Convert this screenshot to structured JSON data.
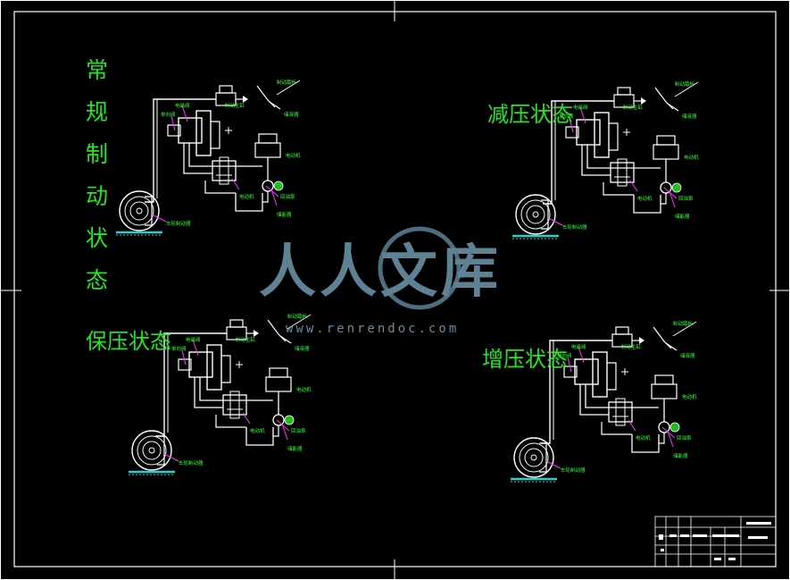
{
  "titles": {
    "normal": "常规制动状态",
    "normal_chars": [
      "常",
      "规",
      "制",
      "动",
      "状",
      "态"
    ],
    "decompress": "减压状态",
    "hold": "保压状态",
    "increase": "增压状态"
  },
  "watermark": {
    "text": "人人文库",
    "url": "www.renrendoc.com"
  },
  "colors": {
    "background": "#000000",
    "line": "#ffffff",
    "title": "#22e622",
    "label": "#33ff33",
    "leader": "#ff33ff",
    "ground": "#33cccc",
    "watermark": "#6f98ad"
  }
}
